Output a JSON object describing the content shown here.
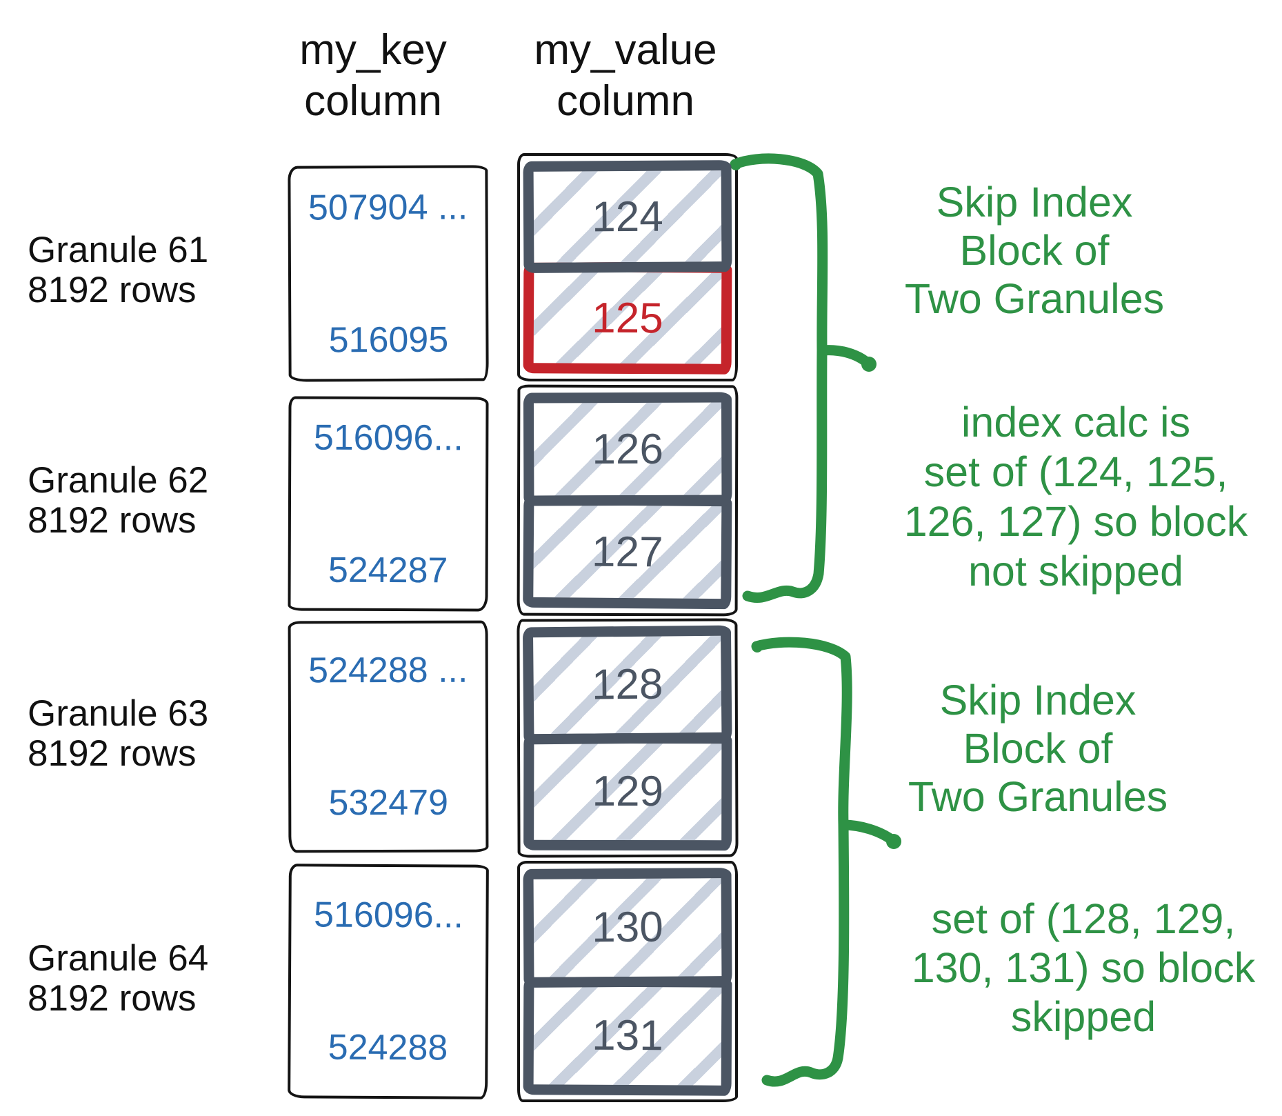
{
  "colors": {
    "accent_green": "#2e9245",
    "key_blue": "#2a6cb2",
    "block_gray": "#4b5563",
    "highlight_red": "#c5242b",
    "hatch": "#c9d1de",
    "sketch_black": "#141414"
  },
  "headers": {
    "key": {
      "line1": "my_key",
      "line2": "column"
    },
    "value": {
      "line1": "my_value",
      "line2": "column"
    }
  },
  "granules": [
    {
      "name": "Granule 61",
      "rows": "8192 rows",
      "key_min": "507904 ...",
      "key_max": "516095",
      "blocks": [
        {
          "value": "124",
          "highlighted": false
        },
        {
          "value": "125",
          "highlighted": true
        }
      ]
    },
    {
      "name": "Granule 62",
      "rows": "8192 rows",
      "key_min": "516096...",
      "key_max": "524287",
      "blocks": [
        {
          "value": "126",
          "highlighted": false
        },
        {
          "value": "127",
          "highlighted": false
        }
      ]
    },
    {
      "name": "Granule 63",
      "rows": "8192 rows",
      "key_min": "524288 ...",
      "key_max": "532479",
      "blocks": [
        {
          "value": "128",
          "highlighted": false
        },
        {
          "value": "129",
          "highlighted": false
        }
      ]
    },
    {
      "name": "Granule 64",
      "rows": "8192 rows",
      "key_min": "516096...",
      "key_max": "524288",
      "blocks": [
        {
          "value": "130",
          "highlighted": false
        },
        {
          "value": "131",
          "highlighted": false
        }
      ]
    }
  ],
  "annotations": [
    {
      "id": "skip-index-block-1",
      "lines": [
        "Skip Index",
        "Block of",
        "Two Granules"
      ]
    },
    {
      "id": "index-calc-not-skipped",
      "lines": [
        "index calc is",
        "set of (124, 125,",
        "126, 127) so block",
        "not skipped"
      ]
    },
    {
      "id": "skip-index-block-2",
      "lines": [
        "Skip Index",
        "Block of",
        "Two Granules"
      ]
    },
    {
      "id": "index-calc-skipped",
      "lines": [
        "set of (128, 129,",
        "130, 131) so block",
        "skipped"
      ]
    }
  ]
}
